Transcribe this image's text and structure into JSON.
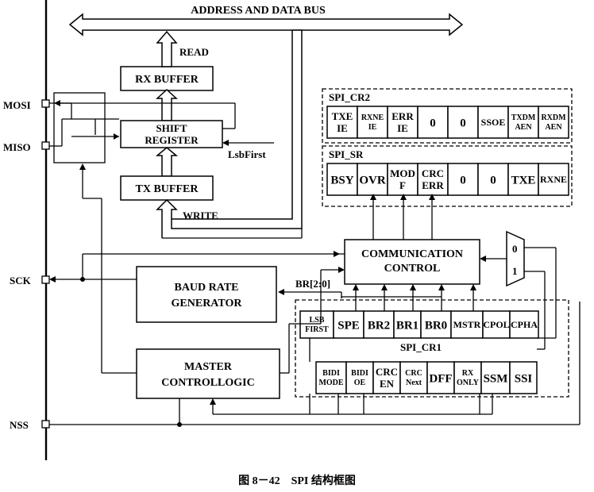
{
  "bus_label": "ADDRESS AND DATA BUS",
  "read_label": "READ",
  "write_label": "WRITE",
  "lsbfirst_label": "LsbFirst",
  "br_label": "BR[2:0]",
  "blocks": {
    "rx_buffer": "RX BUFFER",
    "shift_register_line1": "SHIFT",
    "shift_register_line2": "REGISTER",
    "tx_buffer": "TX BUFFER",
    "comm_control_line1": "COMMUNICATION",
    "comm_control_line2": "CONTROL",
    "baud_rate_line1": "BAUD RATE",
    "baud_rate_line2": "GENERATOR",
    "master_control_line1": "MASTER",
    "master_control_line2": "CONTROLLOGIC"
  },
  "pins": {
    "mosi": "MOSI",
    "miso": "MISO",
    "sck": "SCK",
    "nss": "NSS"
  },
  "mux": {
    "input0": "0",
    "input1": "1"
  },
  "spi_cr2": {
    "title": "SPI_CR2",
    "bits": [
      [
        "TXE",
        "IE"
      ],
      [
        "RXNE",
        "IE"
      ],
      [
        "ERR",
        "IE"
      ],
      [
        "0"
      ],
      [
        "0"
      ],
      [
        "SSOE"
      ],
      [
        "TXDM",
        "AEN"
      ],
      [
        "RXDM",
        "AEN"
      ]
    ]
  },
  "spi_sr": {
    "title": "SPI_SR",
    "bits": [
      [
        "BSY"
      ],
      [
        "OVR"
      ],
      [
        "MOD",
        "F"
      ],
      [
        "CRC",
        "ERR"
      ],
      [
        "0"
      ],
      [
        "0"
      ],
      [
        "TXE"
      ],
      [
        "RXNE"
      ]
    ]
  },
  "spi_cr1": {
    "title": "SPI_CR1",
    "row1": [
      [
        "LSB",
        "FIRST"
      ],
      [
        "SPE"
      ],
      [
        "BR2"
      ],
      [
        "BR1"
      ],
      [
        "BR0"
      ],
      [
        "MSTR"
      ],
      [
        "CPOL"
      ],
      [
        "CPHA"
      ]
    ],
    "row2": [
      [
        "BIDI",
        "MODE"
      ],
      [
        "BIDI",
        "OE"
      ],
      [
        "CRC",
        "EN"
      ],
      [
        "CRC",
        "Next"
      ],
      [
        "DFF"
      ],
      [
        "RX",
        "ONLY"
      ],
      [
        "SSM"
      ],
      [
        "SSI"
      ]
    ]
  },
  "caption": "图 8－42　SPI 结构框图"
}
